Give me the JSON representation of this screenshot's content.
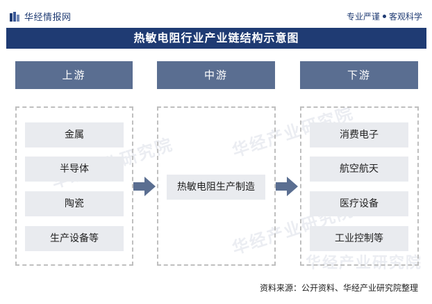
{
  "header": {
    "logo_text": "华经情报网",
    "slogan_left": "专业严谨",
    "slogan_right": "客观科学"
  },
  "title": "热敏电阻行业产业链结构示意图",
  "stages": [
    {
      "label": "上游",
      "items": [
        "金属",
        "半导体",
        "陶瓷",
        "生产设备等"
      ]
    },
    {
      "label": "中游",
      "items": [
        "热敏电阻生产制造"
      ]
    },
    {
      "label": "下游",
      "items": [
        "消费电子",
        "航空航天",
        "医疗设备",
        "工业控制等"
      ]
    }
  ],
  "watermark": "华经产业研究院",
  "watermark_url": "www.huaon.com",
  "source": "资料来源：公开资料、华经产业研究院整理",
  "colors": {
    "primary": "#1f3b73",
    "header_fill": "#5a6e91",
    "item_fill": "#e9ebef",
    "dash": "#bfbfbf"
  }
}
